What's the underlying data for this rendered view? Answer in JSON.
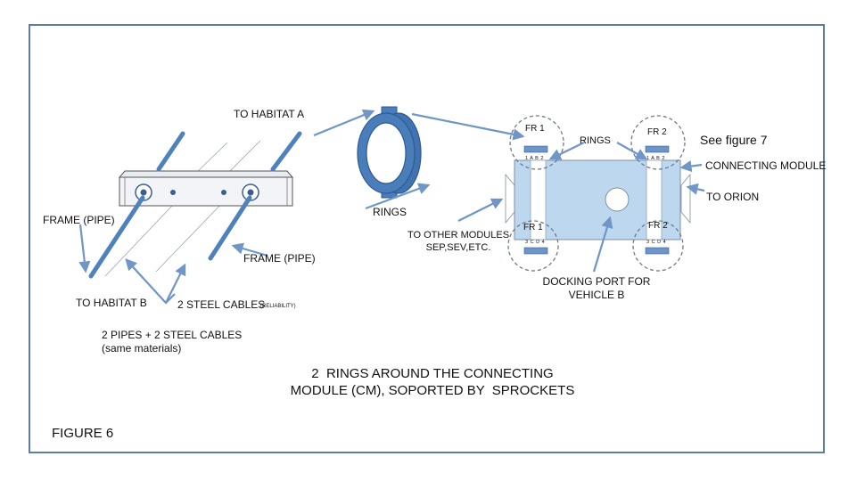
{
  "labels": {
    "to_habitat_a": "TO HABITAT  A",
    "rings_top": "RINGS",
    "see_figure": "See figure 7",
    "connecting_module": "CONNECTING MODULE",
    "to_orion": "TO ORION",
    "rings_mid": "RINGS",
    "frame_pipe_left": "FRAME (PIPE)",
    "frame_pipe_mid": "FRAME (PIPE)",
    "to_other_modules": "TO OTHER MODULES\nSEP,SEV,ETC.",
    "docking_port": "DOCKING PORT FOR\nVEHICLE B",
    "to_habitat_b": "TO HABITAT  B",
    "steel_cables": "2 STEEL CABLES",
    "reliability": "(RELIABILITY)",
    "pipes_cables": "2 PIPES + 2 STEEL CABLES\n(same materials)",
    "rings_around": "2  RINGS AROUND THE CONNECTING\nMODULE (CM), SOPORTED BY  SPROCKETS",
    "figure": "FIGURE 6",
    "fr1_top": "FR 1",
    "fr2_top": "FR 2",
    "fr1_bottom": "FR 1",
    "fr2_bottom": "FR 2",
    "sprocket_1ab2_left": "1 A B 2",
    "sprocket_1ab2_right": "1 A B 2",
    "sprocket_3cd4_left": "3 C D 4",
    "sprocket_3cd4_right": "3 C D 4"
  },
  "colors": {
    "frame_border": "#5b7ea8",
    "pipe_blue": "#4f81bd",
    "ring_blue": "#4a7ebb",
    "module_fill": "#bdd7ee",
    "arrow_blue": "#6f96c6",
    "dash_gray": "#6b7a8f"
  }
}
